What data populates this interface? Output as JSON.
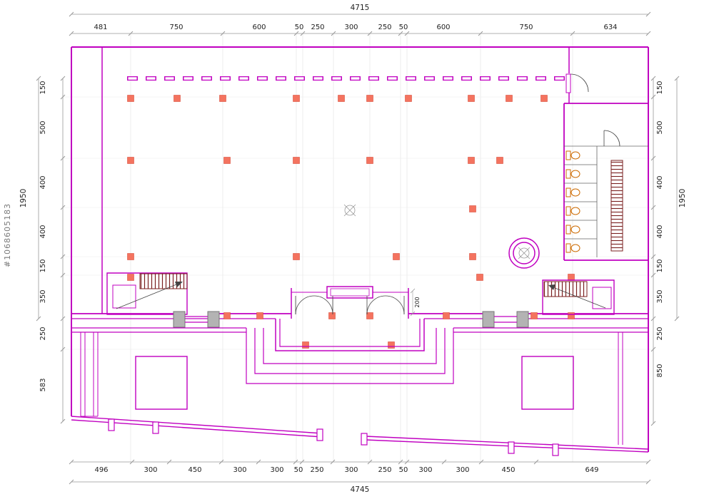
{
  "watermark": "#1068605183",
  "dims": {
    "top": {
      "total": "4715",
      "segments": [
        "481",
        "750",
        "600",
        "50",
        "250",
        "300",
        "250",
        "50",
        "600",
        "750",
        "634"
      ]
    },
    "bottom": {
      "total": "4745",
      "segments": [
        "496",
        "300",
        "450",
        "300",
        "300",
        "50",
        "250",
        "300",
        "250",
        "50",
        "300",
        "300",
        "450",
        "649"
      ]
    },
    "left": {
      "total": "1950",
      "segments": [
        "150",
        "500",
        "400",
        "400",
        "150",
        "350",
        "250",
        "583"
      ]
    },
    "right": {
      "total": "1950",
      "segments": [
        "150",
        "500",
        "400",
        "400",
        "150",
        "350",
        "250",
        "850"
      ]
    },
    "door_width": "200"
  },
  "colors": {
    "wall": "#c000c0",
    "column": "#f4735f",
    "column_border": "#d94f3d",
    "stair_hatch": "#7a1f1f",
    "fixture": "#cc6a00",
    "dimension_line": "#999999",
    "grid_line": "#e3e3e3",
    "text": "#222222",
    "door_panel": "#b3b3b3"
  }
}
